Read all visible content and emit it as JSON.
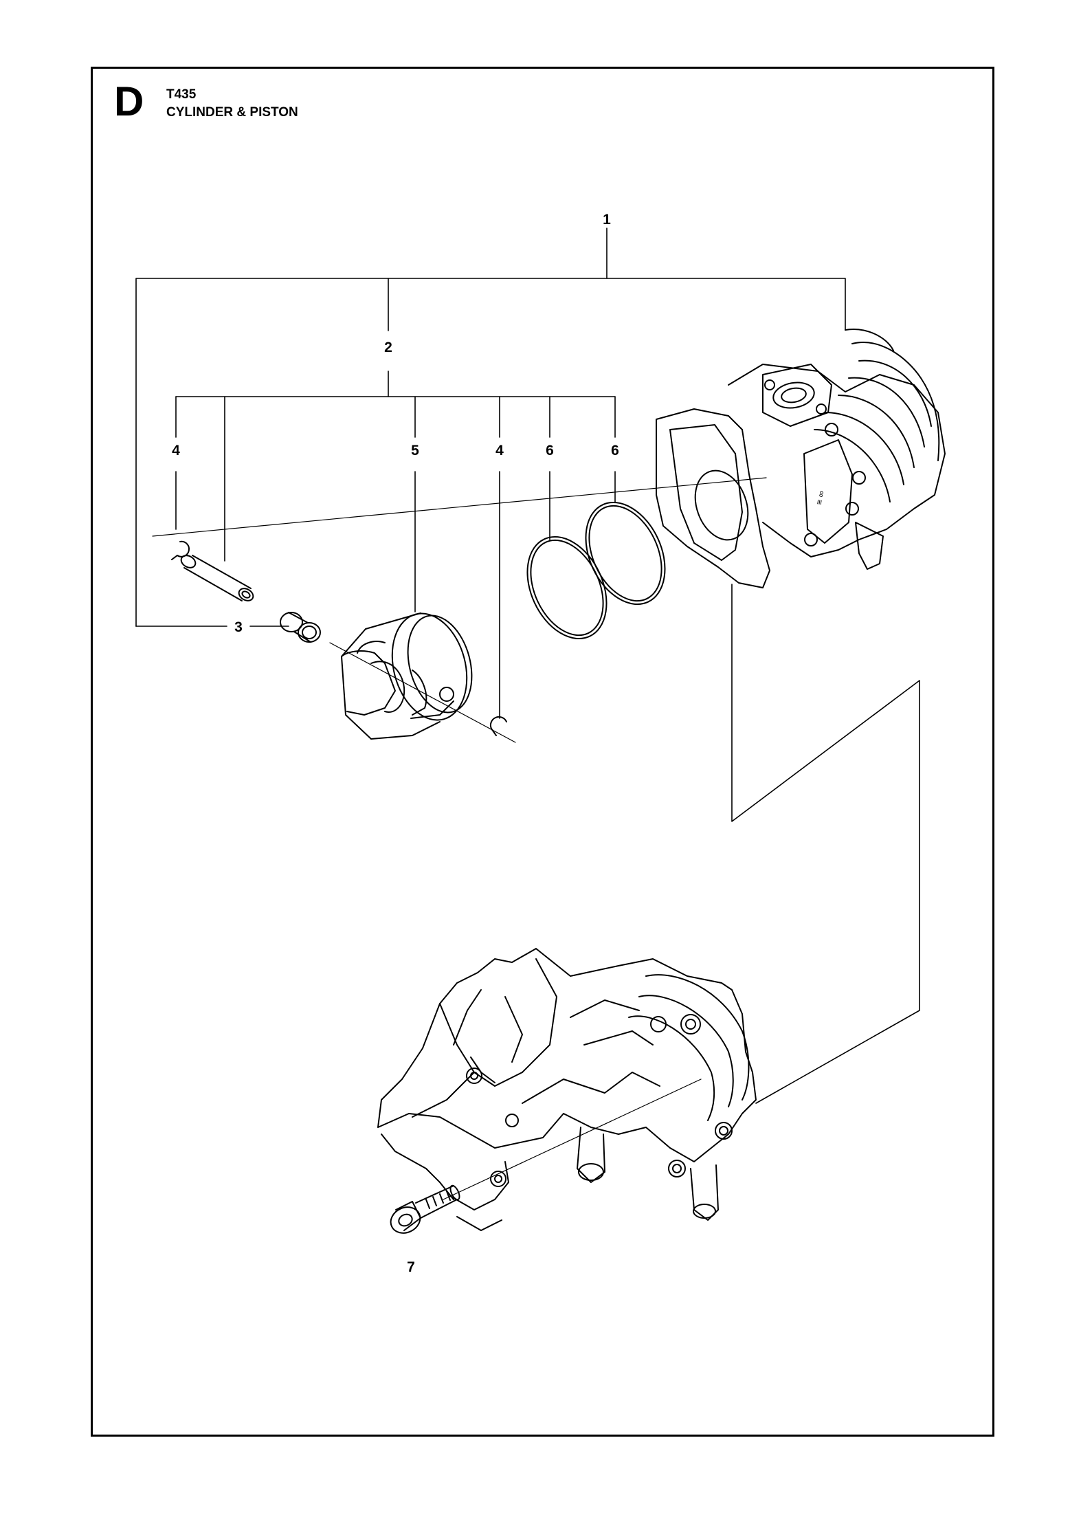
{
  "header": {
    "section_letter": "D",
    "model": "T435",
    "title": "CYLINDER & PISTON"
  },
  "callouts": [
    "1",
    "2",
    "4",
    "5",
    "4",
    "6",
    "6",
    "3",
    "7"
  ]
}
